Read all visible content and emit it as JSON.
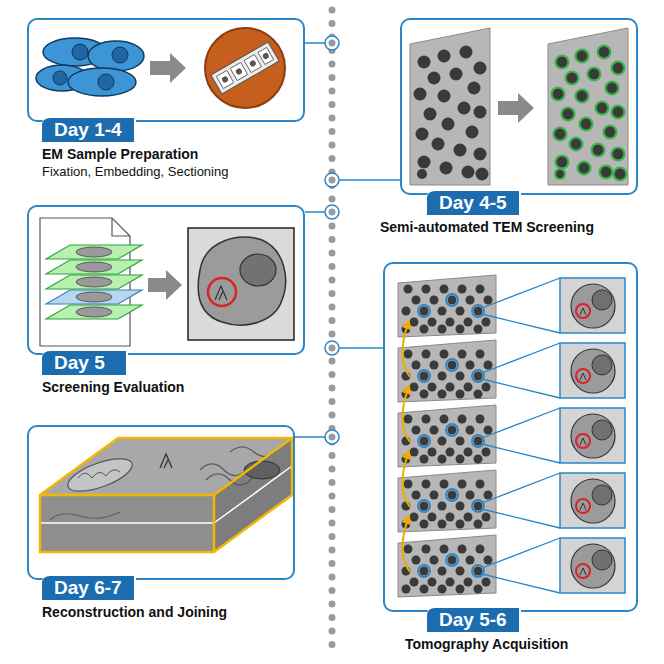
{
  "diagram": {
    "nodes": [
      {
        "text": [
          "Day 1-4",
          "EM Sample Preparation",
          "Fixation, Embedding, Sectioning"
        ]
      },
      {
        "text": [
          "Day 4-5",
          "Semi-automated TEM Screening"
        ]
      },
      {
        "text": [
          "Day 5",
          "Screening Evaluation"
        ]
      },
      {
        "text": [
          "Day 5-6",
          "Tomography Acquisition"
        ]
      },
      {
        "text": [
          "Day 6-7",
          "Reconstruction and Joining"
        ]
      }
    ]
  }
}
